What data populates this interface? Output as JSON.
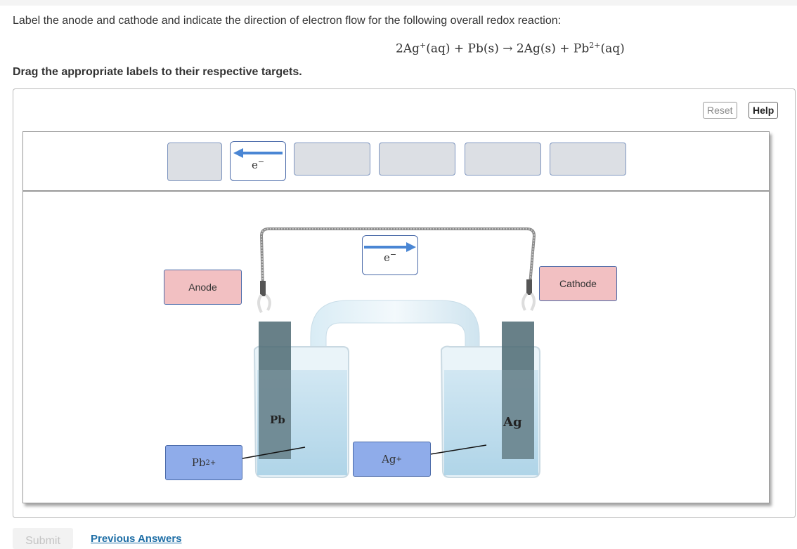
{
  "question": {
    "text": "Label the anode and cathode and indicate the direction of electron flow for the following overall redox reaction:",
    "equation": {
      "part1": "2Ag",
      "sup1": "+",
      "part2": "(aq) + Pb(s) → 2Ag(s) + Pb",
      "sup2": "2+",
      "part3": "(aq)"
    },
    "instruction": "Drag the appropriate labels to their respective targets."
  },
  "toolbar": {
    "reset_label": "Reset",
    "help_label": "Help"
  },
  "tray": {
    "electron_left": {
      "symbol": "e",
      "sup": "−",
      "direction": "left"
    }
  },
  "diagram": {
    "anode_label": "Anode",
    "cathode_label": "Cathode",
    "pb_ion": {
      "text": "Pb",
      "sup": "2+"
    },
    "ag_ion": {
      "text": "Ag",
      "sup": "+"
    },
    "electron_right": {
      "symbol": "e",
      "sup": "−",
      "direction": "right"
    },
    "left_electrode": "Pb",
    "right_electrode": "Ag"
  },
  "footer": {
    "submit_label": "Submit",
    "previous_answers_label": "Previous Answers"
  },
  "colors": {
    "label_pink": "#f2c0c2",
    "label_blue": "#8facea",
    "arrow_blue": "#4a86d4",
    "link_blue": "#1e6ea6"
  }
}
